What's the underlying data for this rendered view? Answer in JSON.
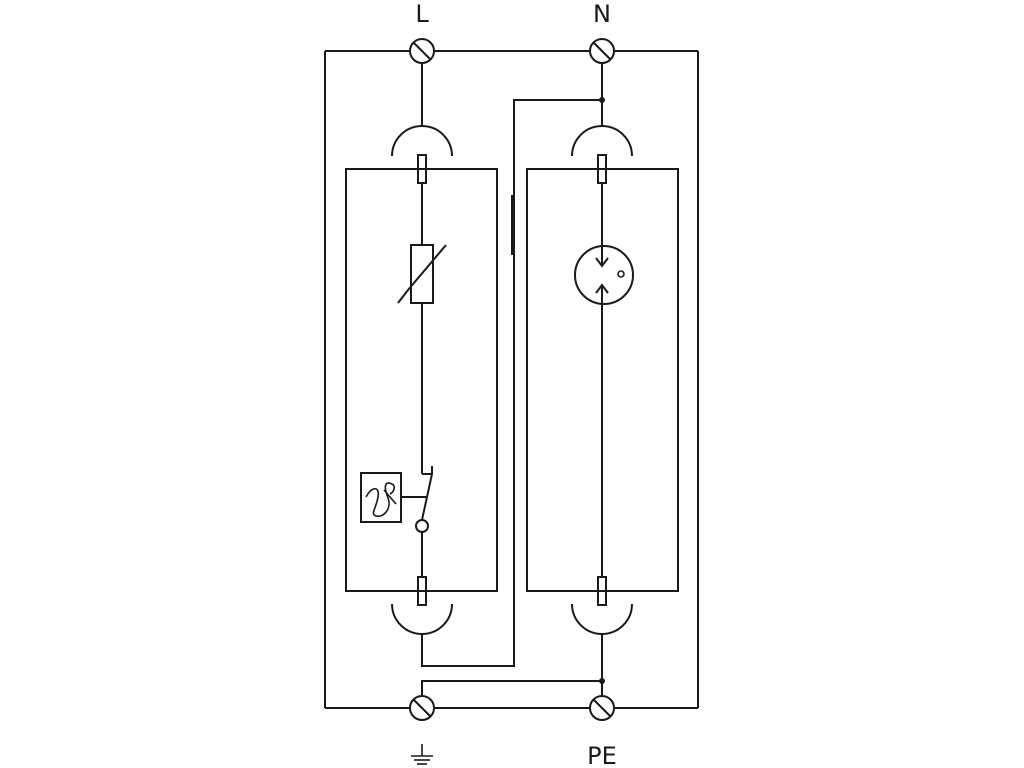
{
  "diagram": {
    "labels": {
      "top_left": "L",
      "top_right": "N",
      "bottom_right": "PE"
    },
    "bottom_left_symbol": "ground-icon",
    "left_module": {
      "components": [
        "varistor-icon",
        "thermal-disconnector-icon",
        "switch-contact-icon"
      ]
    },
    "right_module": {
      "components": [
        "spark-gap-icon"
      ]
    },
    "line_color": "#1a1a1a",
    "background": "#ffffff"
  }
}
